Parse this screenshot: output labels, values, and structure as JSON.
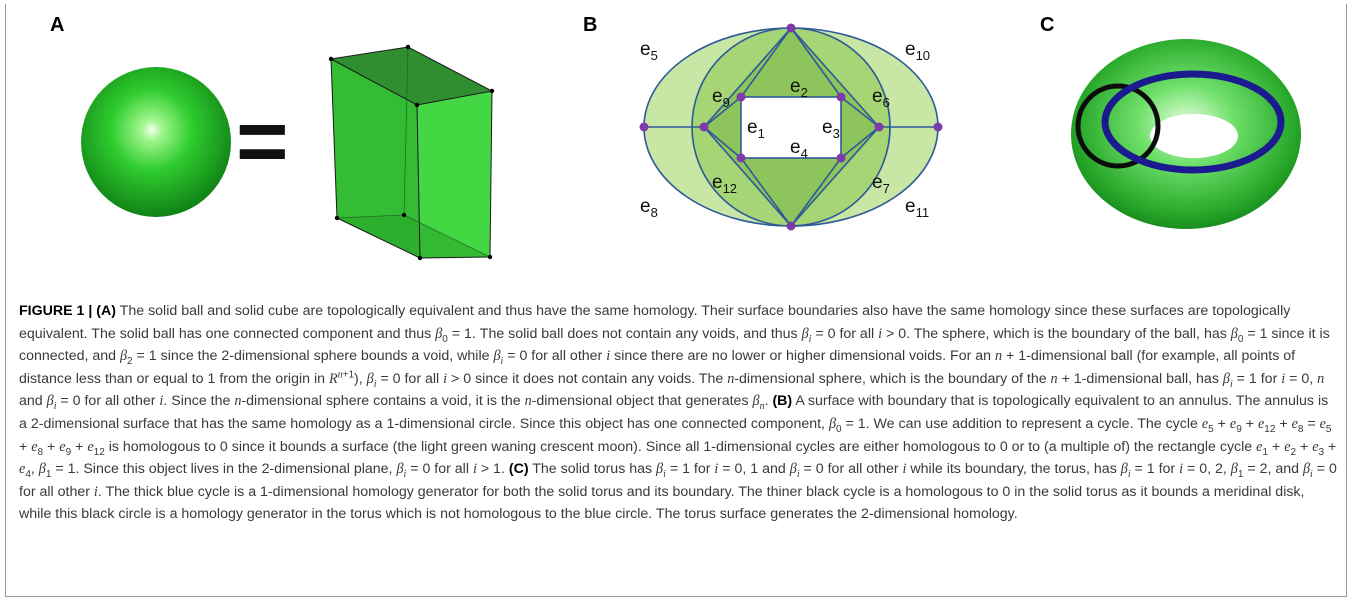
{
  "panels": {
    "a": {
      "label": "A",
      "equals": "="
    },
    "b": {
      "label": "B",
      "edges": [
        "e5",
        "e10",
        "e9",
        "e6",
        "e2",
        "e1",
        "e3",
        "e4",
        "e12",
        "e7",
        "e8",
        "e11"
      ]
    },
    "c": {
      "label": "C"
    }
  },
  "caption": {
    "label": "FIGURE 1 |",
    "part_a": "(A)",
    "part_b": "(B)",
    "part_c": "(C)"
  }
}
